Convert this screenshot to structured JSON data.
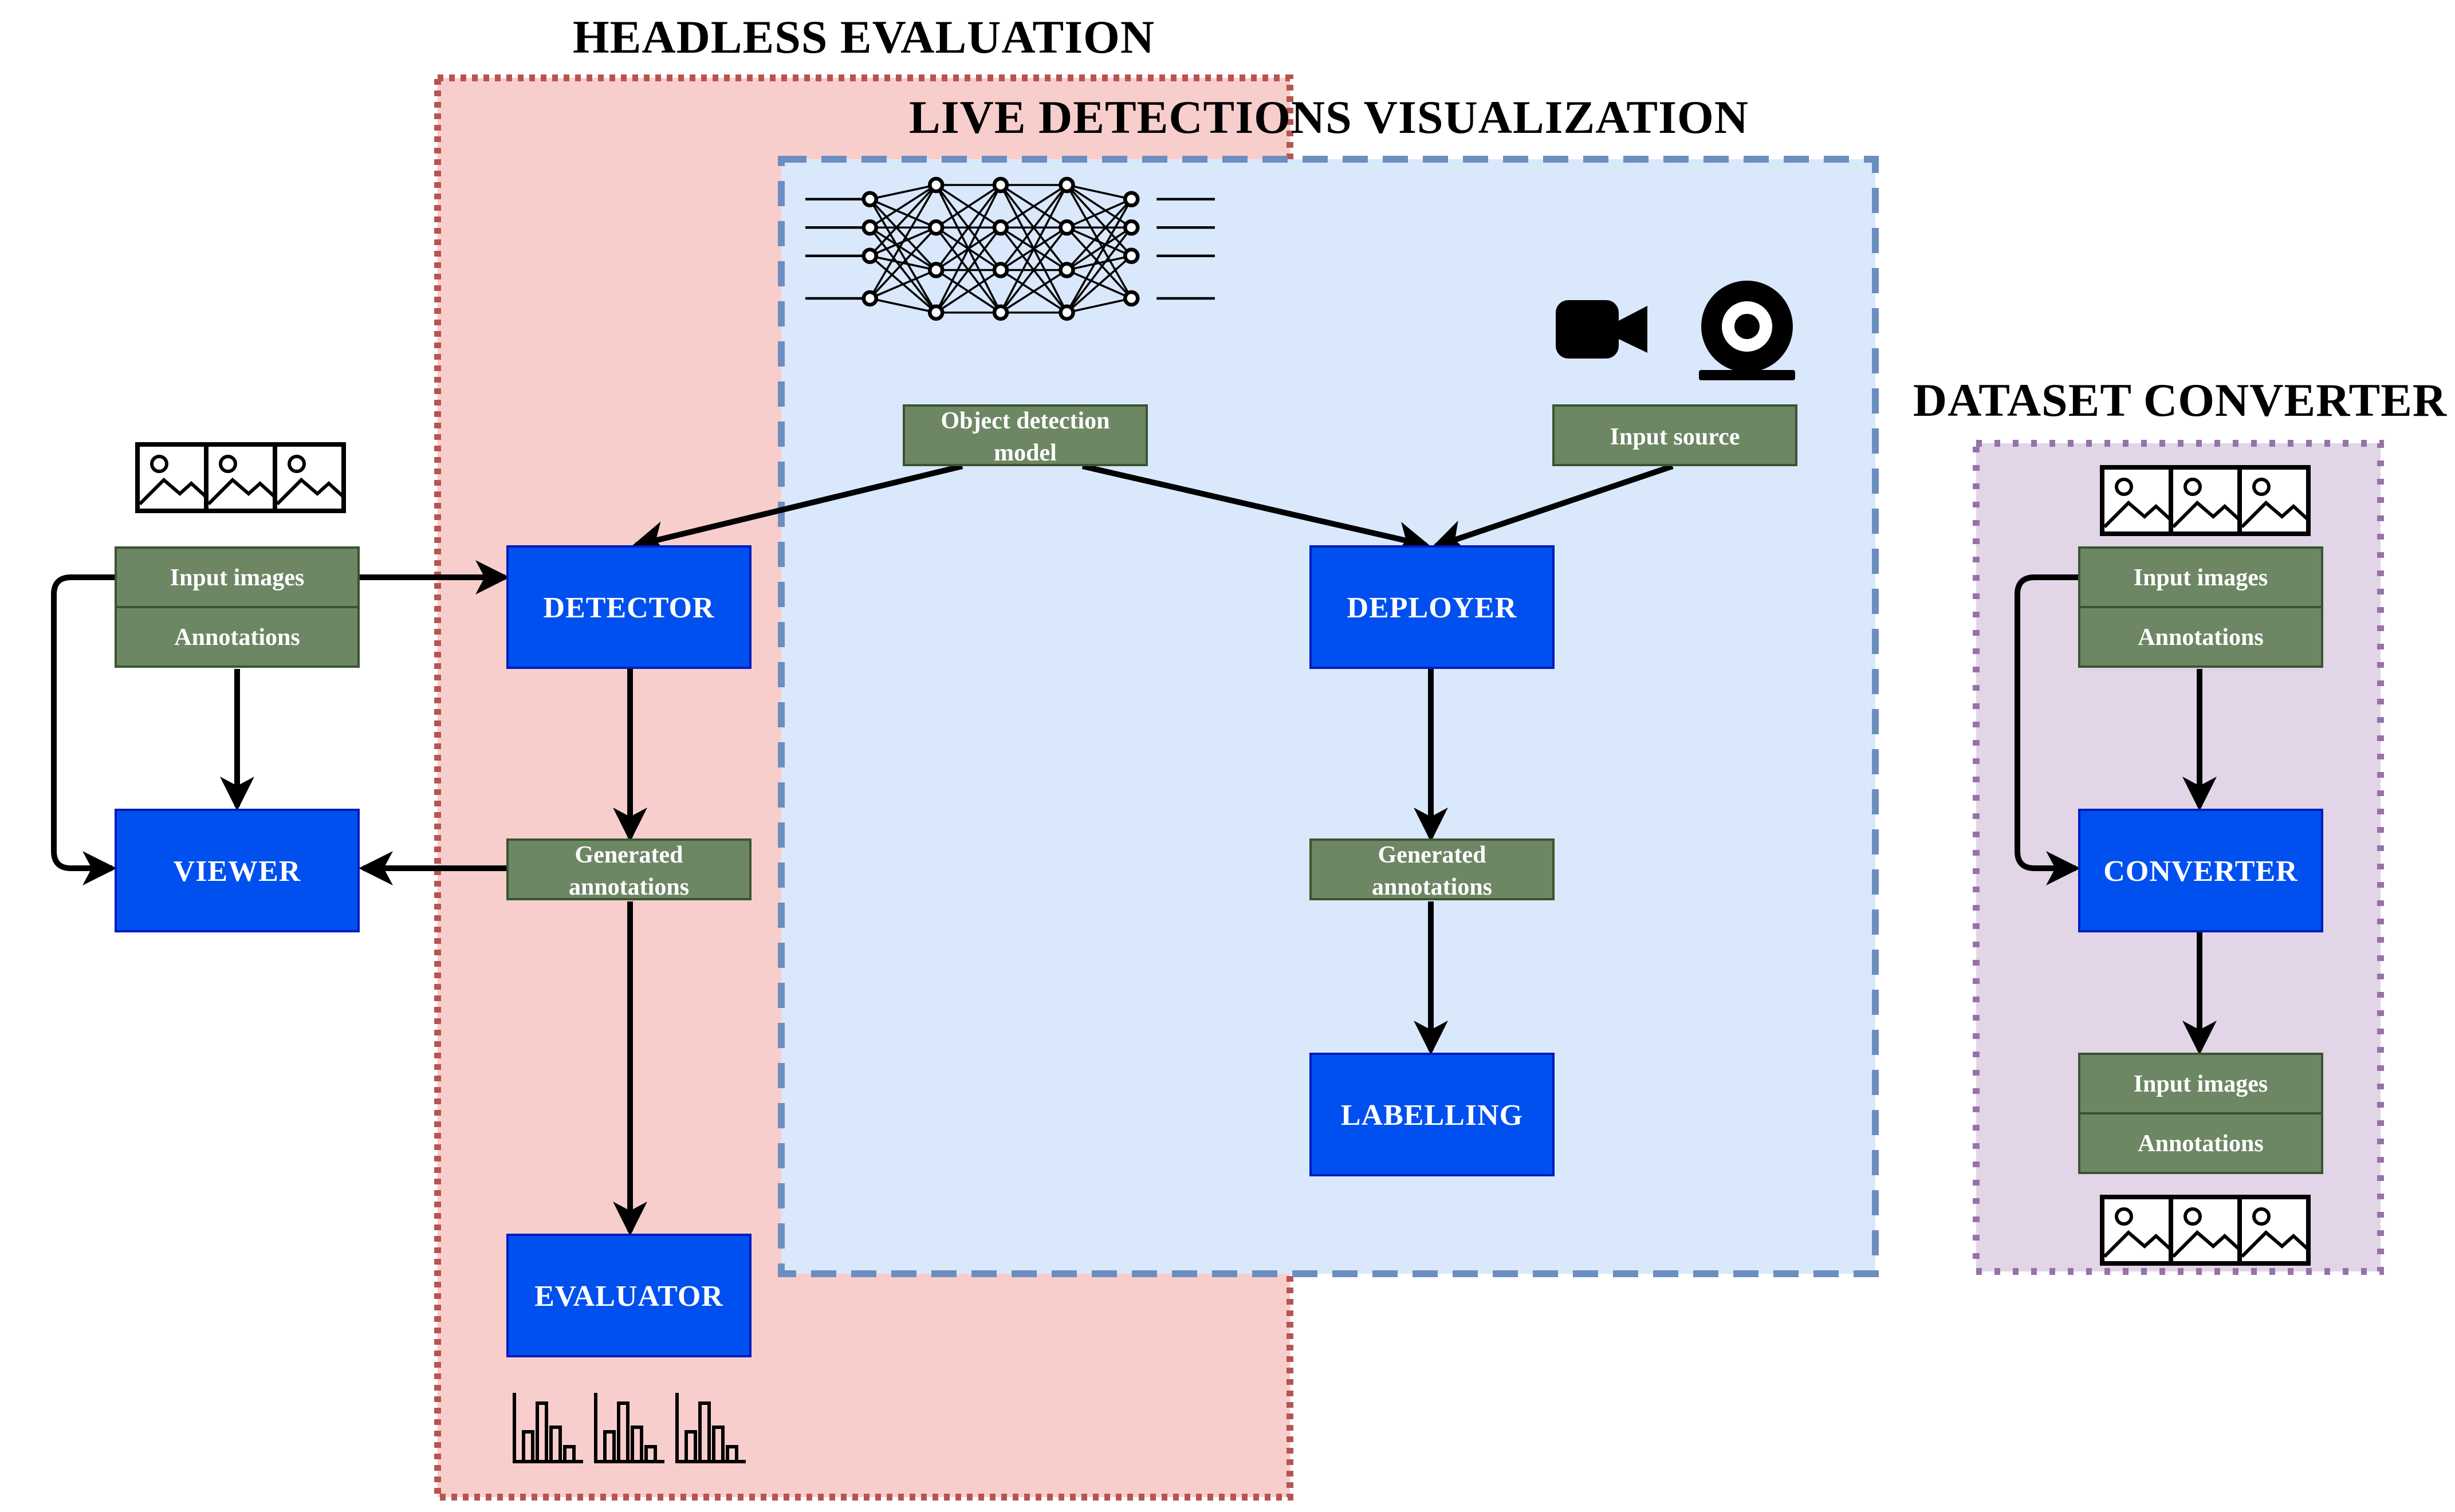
{
  "sections": {
    "headless": "HEADLESS EVALUATION",
    "live": "LIVE DETECTIONS VISUALIZATION",
    "converter": "DATASET CONVERTER"
  },
  "blocks": {
    "detector": "DETECTOR",
    "deployer": "DEPLOYER",
    "viewer": "VIEWER",
    "evaluator": "EVALUATOR",
    "labelling": "LABELLING",
    "converter": "CONVERTER"
  },
  "data_boxes": {
    "input_images": "Input images",
    "annotations": "Annotations",
    "generated_line1": "Generated",
    "generated_line2": "annotations",
    "model_line1": "Object detection",
    "model_line2": "model",
    "input_source": "Input source"
  },
  "icons": [
    "images-icon",
    "neural-network-icon",
    "video-camera-icon",
    "webcam-icon",
    "bar-chart-icon"
  ],
  "colors": {
    "block": "#0050ef",
    "data_box": "#6d8764",
    "headless_bg": "#f8cecc",
    "headless_border": "#b85450",
    "live_bg": "#dae8fc",
    "live_border": "#6c8ebf",
    "converter_bg": "#e1d5e7",
    "converter_border": "#9673a6"
  }
}
